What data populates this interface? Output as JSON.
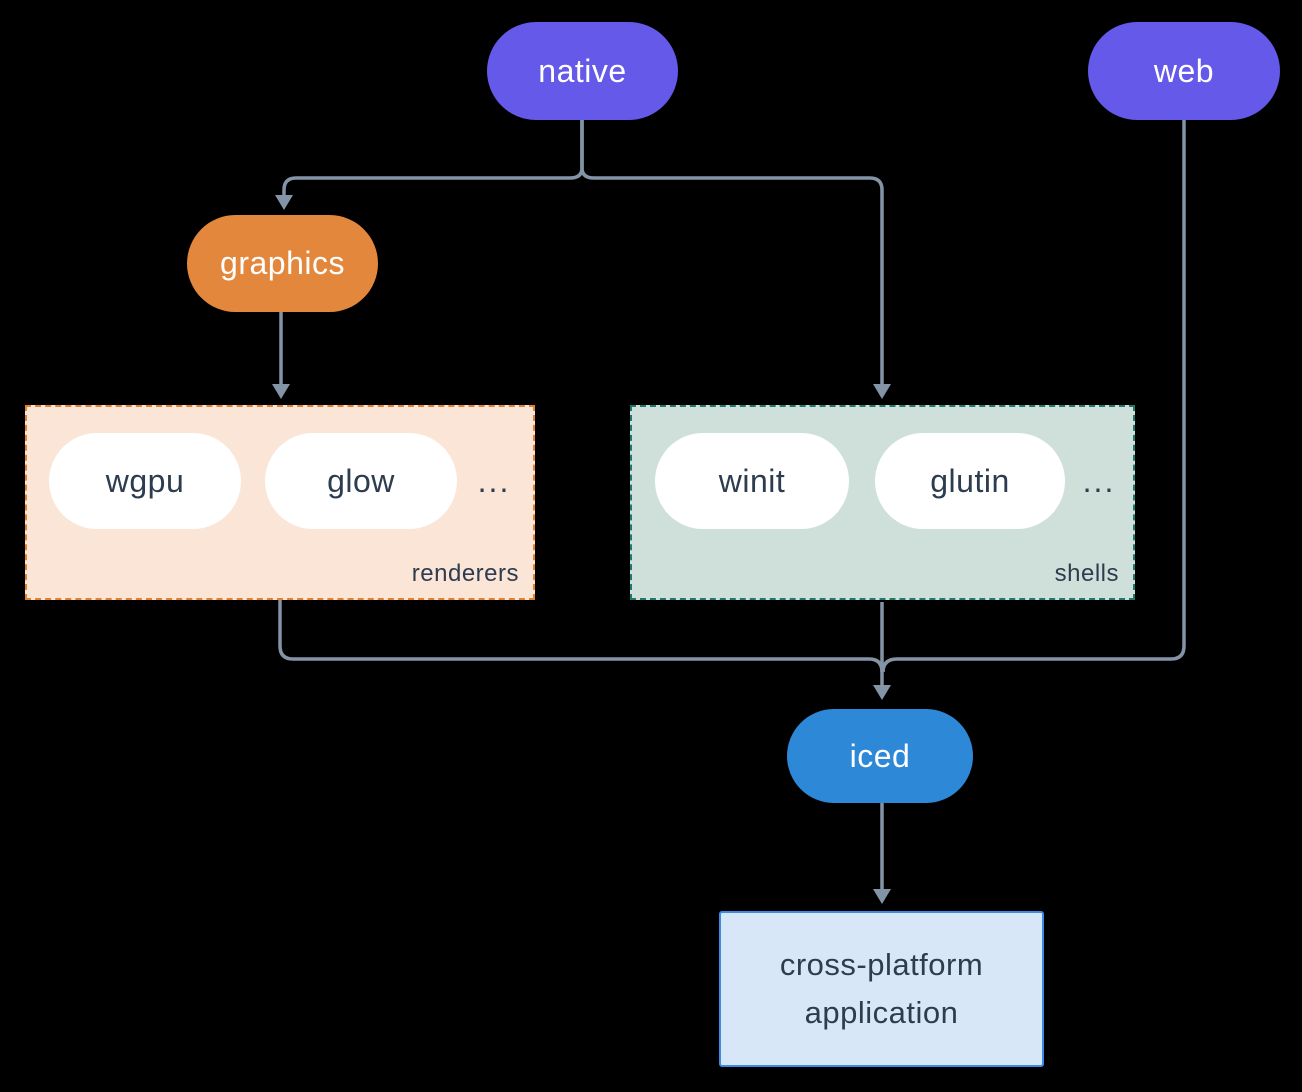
{
  "colors": {
    "background": "#000000",
    "connector": "#8494a7",
    "node_purple": "#6459e8",
    "node_orange": "#e3873d",
    "node_blue": "#2e88d8",
    "pill_white": "#ffffff",
    "text_light": "#ffffff",
    "text_dark": "#2d3c4e",
    "renderers_bg": "#fbe5d6",
    "renderers_border": "#e5812d",
    "shells_bg": "#cfe0da",
    "shells_border": "#1f7a6b",
    "app_bg": "#d7e7f8",
    "app_border": "#3c8de1"
  },
  "nodes": {
    "native": {
      "label": "native"
    },
    "web": {
      "label": "web"
    },
    "graphics": {
      "label": "graphics"
    },
    "iced": {
      "label": "iced"
    },
    "app": {
      "line1": "cross-platform",
      "line2": "application"
    }
  },
  "groups": {
    "renderers": {
      "label": "renderers",
      "items": [
        "wgpu",
        "glow"
      ],
      "ellipsis": "..."
    },
    "shells": {
      "label": "shells",
      "items": [
        "winit",
        "glutin"
      ],
      "ellipsis": "..."
    }
  }
}
